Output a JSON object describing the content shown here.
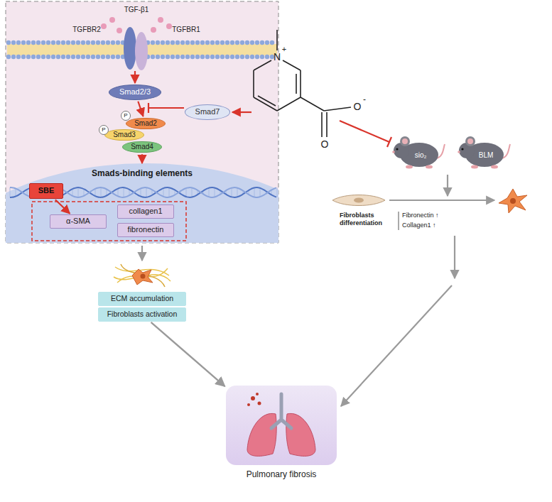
{
  "diagram": {
    "nodes": [
      {
        "text": [
          "Smad2/3"
        ]
      },
      {
        "text": [
          "Smad7"
        ]
      },
      {
        "text": [
          "Smad2"
        ]
      },
      {
        "text": [
          "Smad3"
        ]
      },
      {
        "text": [
          "Smad4"
        ]
      },
      {
        "text": [
          "Smads-binding elements"
        ]
      },
      {
        "text": [
          "SBE"
        ],
        "in": 5
      },
      {
        "text": [
          "α-SMA"
        ],
        "in": 5
      },
      {
        "text": [
          "collagen1"
        ],
        "in": 5
      },
      {
        "text": [
          "fibronectin"
        ],
        "in": 5
      },
      {
        "text": [
          "ECM accumulation"
        ]
      },
      {
        "text": [
          "Fibroblasts activation"
        ]
      },
      {
        "text": [
          "sio₂"
        ]
      },
      {
        "text": [
          "BLM"
        ]
      },
      {
        "text": [
          "Pulmonary fibrosis"
        ]
      }
    ],
    "edges": [
      {
        "from": 0,
        "to": 2,
        "arrow": "to"
      },
      {
        "from": 4,
        "to": 5,
        "arrow": "to"
      },
      {
        "from": 6,
        "to": 7,
        "arrow": "to"
      },
      {
        "from": 11,
        "to": 14,
        "arrow": "to"
      }
    ],
    "labels": [
      "TGF-β1",
      "TGFBR2",
      "TGFBR1",
      "P",
      "P",
      "N",
      "+",
      "O",
      "-",
      "O",
      "Fibroblasts differentiation",
      "Fibronectin ↑",
      "Collagen1 ↑"
    ]
  }
}
